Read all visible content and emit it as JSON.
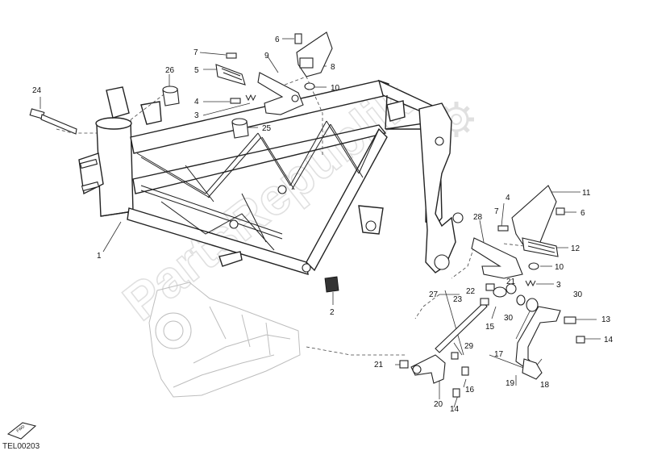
{
  "diagram_code": "TEL00203",
  "watermark": "PartsRepublik",
  "fwd_badge": "FWD",
  "part_numbers": {
    "p1": "1",
    "p2": "2",
    "p3a": "3",
    "p3b": "3",
    "p4a": "4",
    "p4b": "4",
    "p5": "5",
    "p6a": "6",
    "p6b": "6",
    "p7a": "7",
    "p7b": "7",
    "p8": "8",
    "p9": "9",
    "p10a": "10",
    "p10b": "10",
    "p11": "11",
    "p12": "12",
    "p13": "13",
    "p14a": "14",
    "p14b": "14",
    "p15": "15",
    "p16": "16",
    "p17": "17",
    "p18": "18",
    "p19": "19",
    "p20": "20",
    "p21a": "21",
    "p21b": "21",
    "p22": "22",
    "p23": "23",
    "p24": "24",
    "p25": "25",
    "p26": "26",
    "p27": "27",
    "p28": "28",
    "p29": "29",
    "p30a": "30",
    "p30b": "30"
  },
  "colors": {
    "line": "#222222",
    "watermark": "#d9d9d9"
  }
}
